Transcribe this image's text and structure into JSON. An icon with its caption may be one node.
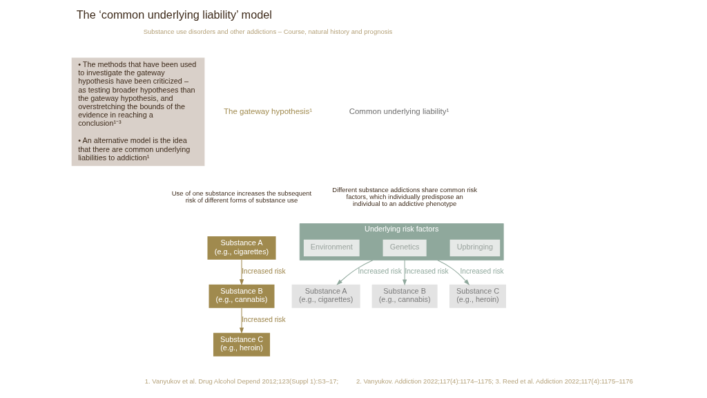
{
  "diagram": {
    "title": "The ‘common underlying liability’ model",
    "nodes": [
      {
        "text": [
          "• The methods that have been used to investigate the gateway hypothesis have been criticized – as testing broader hypotheses than the gateway hypothesis, and overstretching the bounds of the evidence in reaching a conclusion¹⁻³",
          "• An alternative model is the idea that there are common underlying liabilities to addiction¹"
        ]
      },
      {
        "text": [
          "Substance A",
          "(e.g., cigarettes)"
        ]
      },
      {
        "text": [
          "Substance B",
          "(e.g., cannabis)"
        ]
      },
      {
        "text": [
          "Substance C",
          "(e.g., heroin)"
        ]
      },
      {
        "text": [
          "Underlying risk factors"
        ]
      },
      {
        "text": [
          "Upbringing"
        ],
        "in": 4
      },
      {
        "text": [
          "Genetics"
        ],
        "in": 4
      },
      {
        "text": [
          "Environment"
        ],
        "in": 4
      },
      {
        "text": [
          "Substance A",
          "(e.g., cigarettes)"
        ]
      },
      {
        "text": [
          "Substance B",
          "(e.g., cannabis)"
        ]
      },
      {
        "text": [
          "Substance C",
          "(e.g., heroin)"
        ]
      }
    ],
    "edges": [
      {
        "from": 1,
        "to": 2,
        "arrow": "to",
        "label": "Increased risk",
        "color": "#9c8449"
      },
      {
        "from": 2,
        "to": 3,
        "arrow": "to",
        "label": "Increased risk",
        "color": "#9c8449"
      },
      {
        "from": 4,
        "to": 8,
        "arrow": "to",
        "label": "Increased risk",
        "color": "#8fa89c"
      },
      {
        "from": 4,
        "to": 9,
        "arrow": "to",
        "label": "Increased risk",
        "color": "#8fa89c"
      },
      {
        "from": 4,
        "to": 10,
        "arrow": "to",
        "label": "Increased risk",
        "color": "#8fa89c"
      }
    ],
    "labels": [
      "Substance use disorders and other addictions – Course, natural history and prognosis",
      "The gateway hypothesis¹",
      "Use of one substance increases the subsequent risk of different forms of substance use",
      "Common underlying liability¹",
      "Different substance addictions share common risk factors, which individually predispose an individual to an addictive phenotype",
      "1. Vanyukov et al. Drug Alcohol Depend 2012;123(Suppl 1):S3–17;",
      "2. Vanyukov. Addiction 2022;117(4):1174–1175; 3. Reed et al. Addiction 2022;117(4):1175–1176"
    ]
  }
}
